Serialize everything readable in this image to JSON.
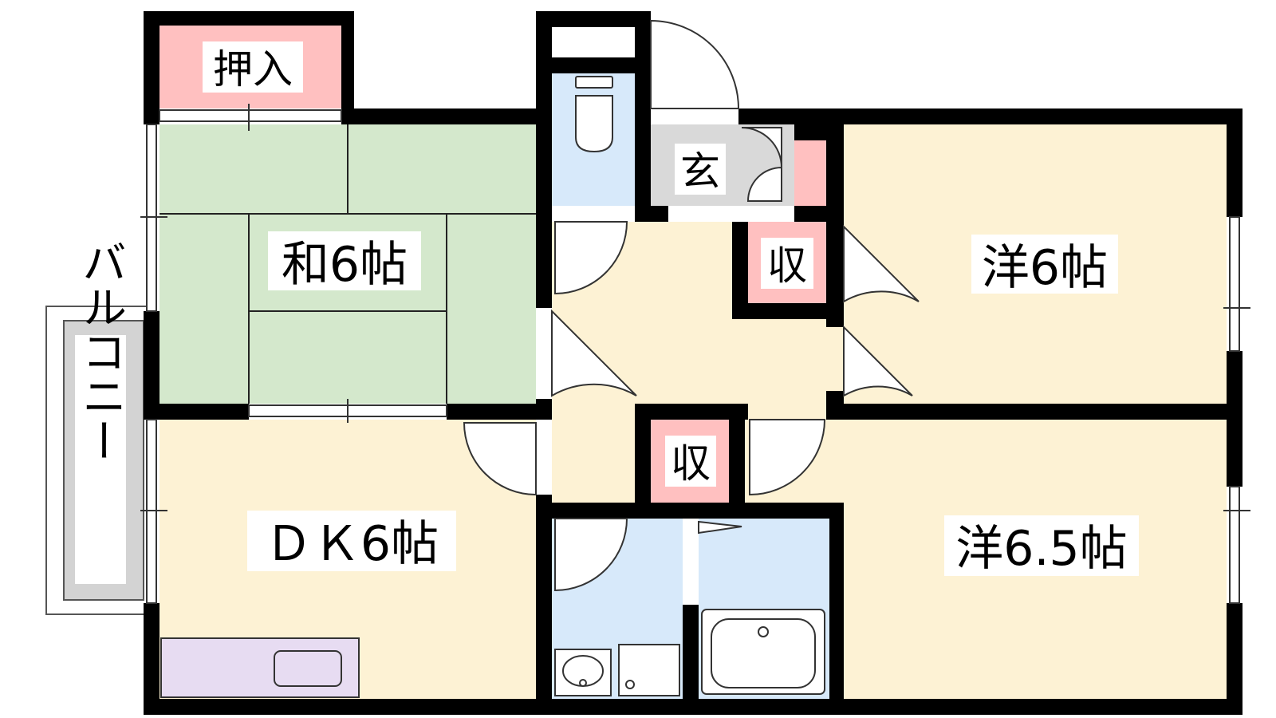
{
  "rooms": {
    "washitsu": "和6帖",
    "yo6": "洋6帖",
    "yo65": "洋6.5帖",
    "dk": "ＤＫ6帖"
  },
  "storage": {
    "oshiire": "押入",
    "shu1": "収",
    "shu2": "収"
  },
  "entrance": "玄",
  "balcony": "バルコニー",
  "colors": {
    "wall": "#000000",
    "tatami": "#d4e8cc",
    "floor": "#fdf2d4",
    "storage": "#ffc0c0",
    "wet": "#d7e9fa",
    "genkan": "#d9d9d9",
    "kitchen": "#e7dcf2",
    "balcony": "#d3d3d3"
  }
}
